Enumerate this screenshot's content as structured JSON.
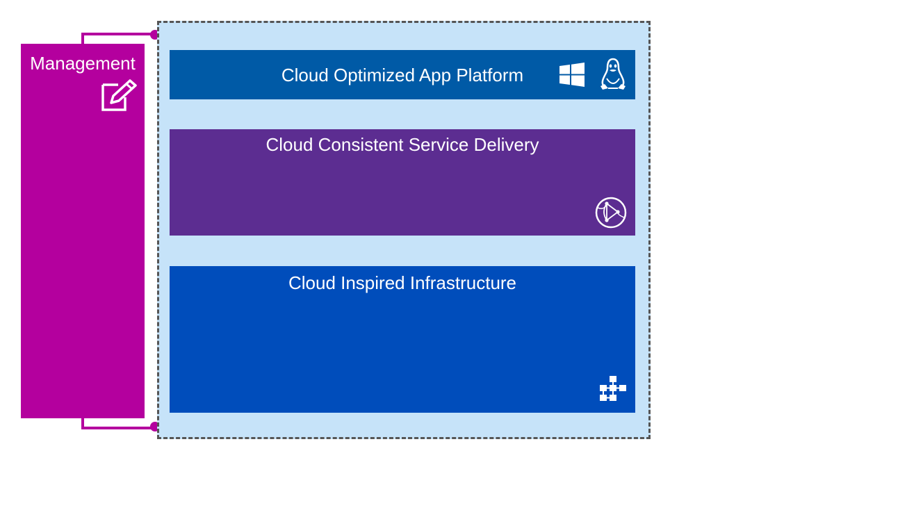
{
  "management": {
    "label": "Management",
    "icon": "edit-icon",
    "color": "#b4009e"
  },
  "container": {
    "background": "#c6e3f9",
    "border_style": "dashed"
  },
  "layers": [
    {
      "title": "Cloud Optimized App Platform",
      "color": "#005aa6",
      "icons": [
        "windows-logo-icon",
        "linux-penguin-icon"
      ]
    },
    {
      "title": "Cloud Consistent Service Delivery",
      "color": "#5c2d91",
      "icons": [
        "service-network-icon"
      ]
    },
    {
      "title": "Cloud Inspired Infrastructure",
      "color": "#004dbb",
      "icons": [
        "infrastructure-grid-icon"
      ]
    }
  ]
}
